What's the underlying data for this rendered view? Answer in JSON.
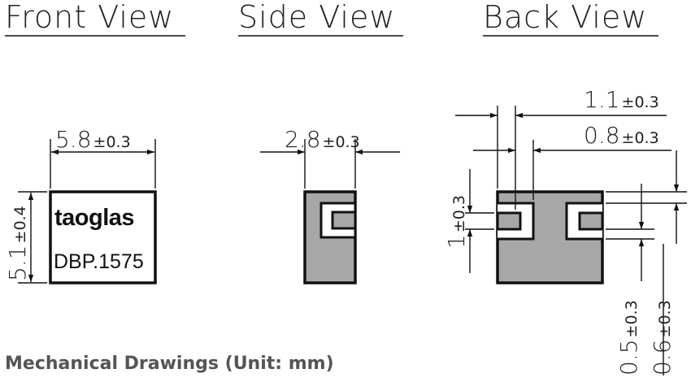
{
  "views": {
    "front": "Front View",
    "side": "Side View",
    "back": "Back View"
  },
  "front": {
    "width_dim": "5.8",
    "width_tol": "±0.3",
    "height_dim": "5.1",
    "height_tol": "±0.4",
    "brand": "taoglas",
    "part_number": "DBP.1575"
  },
  "side": {
    "width_dim": "2.8",
    "width_tol": "±0.3"
  },
  "back": {
    "dim_a": "1.1",
    "dim_a_tol": "±0.3",
    "dim_b": "0.8",
    "dim_b_tol": "±0.3",
    "pad_height": "1",
    "pad_height_tol": "±0.3",
    "dim_c": "0.5",
    "dim_c_tol": "±0.3",
    "dim_d": "0.6",
    "dim_d_tol": "±0.3"
  },
  "caption": "Mechanical Drawings (Unit: mm)",
  "colors": {
    "body_fill": "#a7a7a7",
    "outline": "#111111",
    "caption": "#555555"
  }
}
